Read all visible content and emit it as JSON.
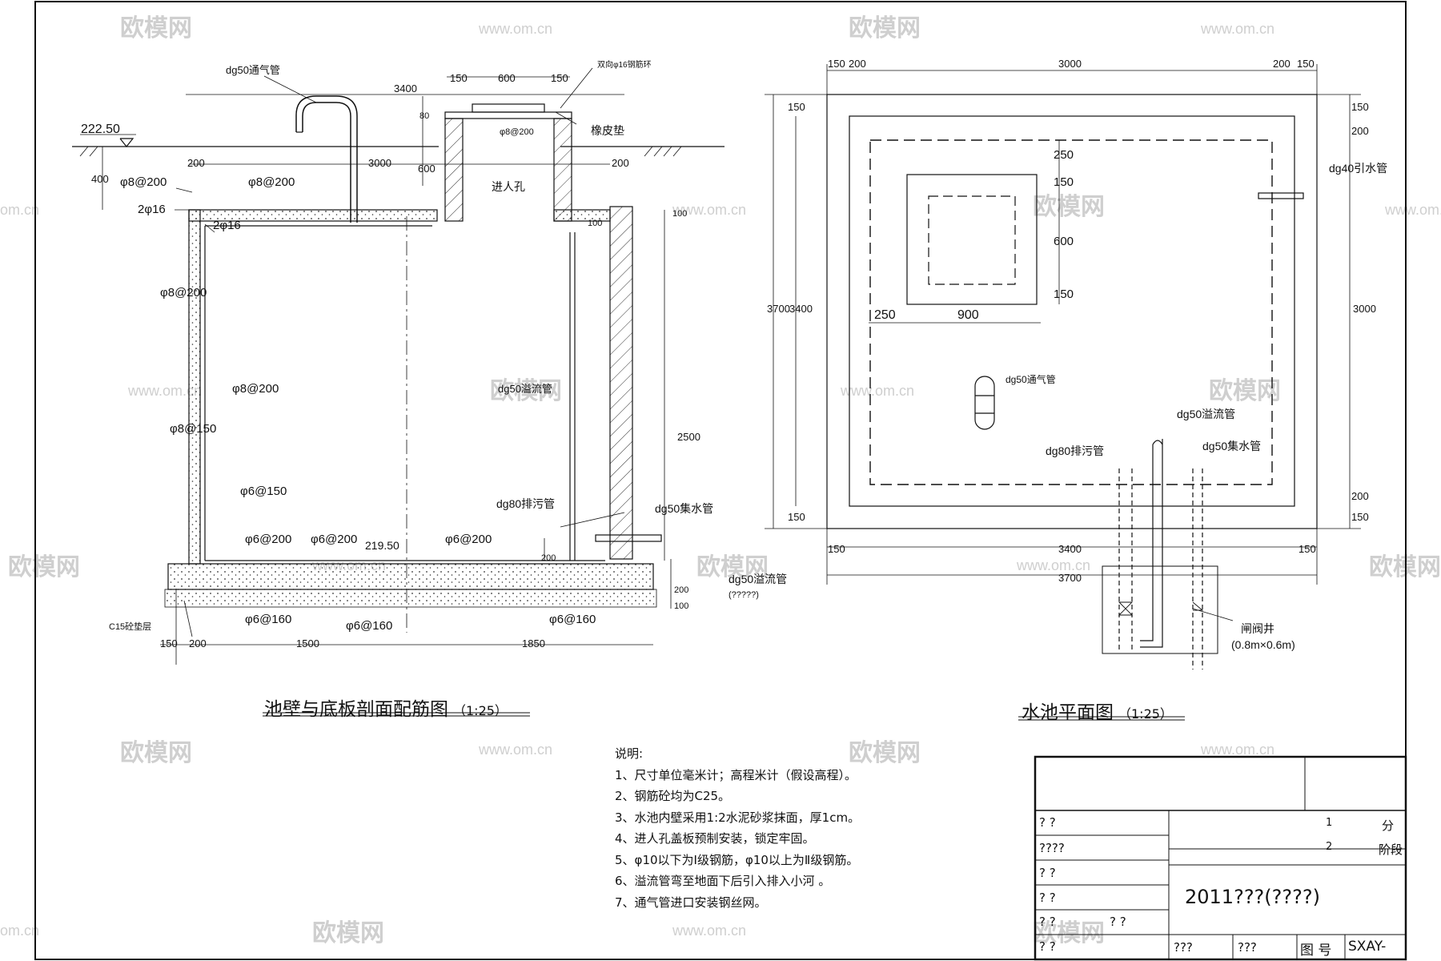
{
  "watermark": {
    "brand": "欧模网",
    "url": "www.om.cn",
    "url_fragment": "om.cn"
  },
  "section": {
    "title": "池壁与底板剖面配筋图",
    "scale": "（1:25）",
    "labels": {
      "vent_pipe": "dg50通气管",
      "grade_level": "222.50",
      "dim_3400": "3400",
      "dim_150a": "150",
      "dim_600": "600",
      "dim_150b": "150",
      "hook_bar": "双向φ16钢筋环",
      "dim_80": "80",
      "cover_bar": "φ8@200",
      "rubber_pad": "橡皮垫",
      "dim_400": "400",
      "dim_200a": "200",
      "dim_3000": "3000",
      "dim_600v": "600",
      "dim_200b": "200",
      "bar_top_left": "φ8@200",
      "bar_top": "φ8@200",
      "manhole": "进人孔",
      "bar_2f16a": "2φ16",
      "bar_2f16b": "2φ16",
      "dim_100a": "100",
      "dim_100b": "100",
      "bar_wall_outer_a": "φ8@200",
      "bar_wall_inner_a": "φ8@200",
      "bar_wall_outer_b": "φ8@150",
      "bar_wall_inner_b": "φ6@150",
      "overflow_pipe": "dg50溢流管",
      "dim_2500": "2500",
      "drain_pipe": "dg80排污管",
      "collect_pipe": "dg50集水管",
      "dim_200c": "200",
      "bottom_level": "219.50",
      "bar_slab_a": "φ6@200",
      "bar_slab_b": "φ6@200",
      "bar_slab_c": "φ6@200",
      "dim_200d": "200",
      "dim_100c": "100",
      "overflow_pipe_b": "dg50溢流管",
      "overflow_pipe_b_note": "(?????)",
      "bar_slab_d": "φ6@160",
      "bar_slab_e": "φ6@160",
      "bar_slab_f": "φ6@160",
      "cushion": "C15砼垫层",
      "dim_b150": "150",
      "dim_b200": "200",
      "dim_b1500": "1500",
      "dim_b1850": "1850"
    }
  },
  "plan": {
    "title": "水池平面图",
    "scale": "（1:25）",
    "labels": {
      "dim_150a": "150",
      "dim_200a": "200",
      "dim_3000": "3000",
      "dim_200b": "200",
      "dim_150b": "150",
      "dim_r150": "150",
      "dim_r200": "200",
      "dim_r3000": "3000",
      "dim_r200b": "200",
      "dim_r150b": "150",
      "dim_3700v": "3700",
      "dim_3400v": "3400",
      "dim_150v": "150",
      "dim_150vb": "150",
      "inlet_pipe": "dg40引水管",
      "hole_250": "250",
      "hole_150a": "150",
      "hole_600": "600",
      "hole_150b": "150",
      "hole_250h": "250",
      "hole_900": "900",
      "vent_pipe": "dg50通气管",
      "overflow_pipe": "dg50溢流管",
      "drain_pipe": "dg80排污管",
      "collect_pipe": "dg50集水管",
      "dim_b150a": "150",
      "dim_b3400": "3400",
      "dim_b150b": "150",
      "dim_b3700": "3700",
      "valve_well": "闸阀井",
      "valve_well_size": "(0.8m×0.6m)"
    }
  },
  "notes": {
    "heading": "说明:",
    "items": [
      "1、尺寸单位毫米计；高程米计（假设高程）。",
      "2、钢筋砼均为C25。",
      "3、水池内壁采用1:2水泥砂浆抹面，厚1cm。",
      "4、进人孔盖板预制安装，锁定牢固。",
      "5、φ10以下为Ⅰ级钢筋，φ10以上为Ⅱ级钢筋。",
      "6、溢流管弯至地面下后引入排入小河 。",
      "7、通气管进口安装钢丝网。"
    ]
  },
  "title_block": {
    "row1": "?  ?",
    "row2": "????",
    "row3": "?  ?",
    "row4": "?  ?",
    "row5": "?  ?",
    "row5b": "? ?",
    "row6": "?  ?",
    "project": "2011???(????)",
    "right_top": "分",
    "right_top_prefix": "1",
    "right_mid": "阶段",
    "right_mid_prefix": "2",
    "bottom_a": "???",
    "bottom_b": "???",
    "drawing_no_label": "图 号",
    "drawing_no": "SXAY-"
  }
}
